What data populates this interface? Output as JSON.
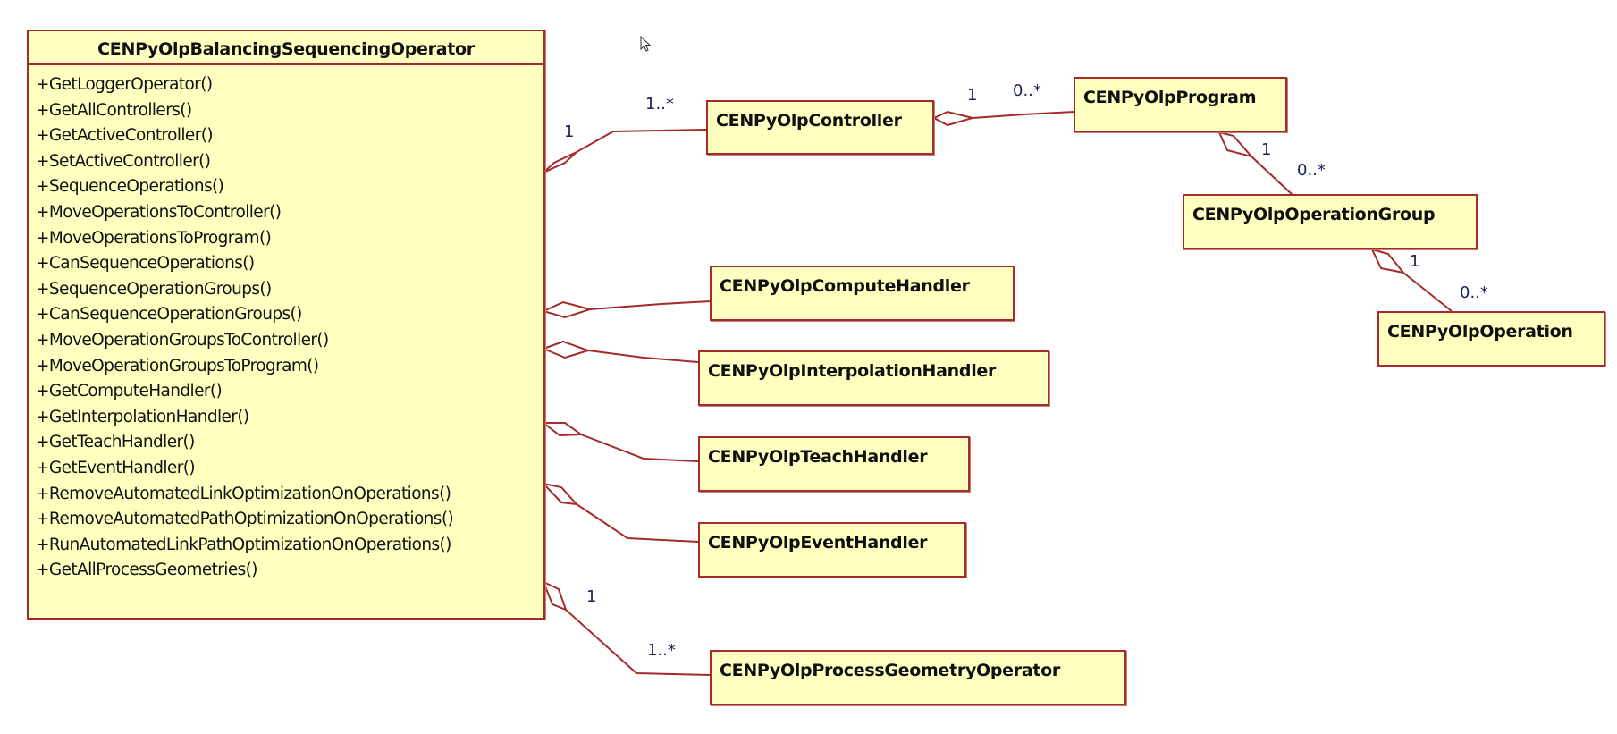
{
  "diagram": {
    "type": "UML class diagram",
    "main_class": {
      "name": "CENPyOlpBalancingSequencingOperator",
      "methods": [
        "+GetLoggerOperator()",
        "+GetAllControllers()",
        "+GetActiveController()",
        "+SetActiveController()",
        "+SequenceOperations()",
        "+MoveOperationsToController()",
        "+MoveOperationsToProgram()",
        "+CanSequenceOperations()",
        "+SequenceOperationGroups()",
        "+CanSequenceOperationGroups()",
        "+MoveOperationGroupsToController()",
        "+MoveOperationGroupsToProgram()",
        "+GetComputeHandler()",
        "+GetInterpolationHandler()",
        "+GetTeachHandler()",
        "+GetEventHandler()",
        "+RemoveAutomatedLinkOptimizationOnOperations()",
        "+RemoveAutomatedPathOptimizationOnOperations()",
        "+RunAutomatedLinkPathOptimizationOnOperations()",
        "+GetAllProcessGeometries()"
      ]
    },
    "classes": {
      "controller": "CENPyOlpController",
      "program": "CENPyOlpProgram",
      "operation_group": "CENPyOlpOperationGroup",
      "operation": "CENPyOlpOperation",
      "compute_handler": "CENPyOlpComputeHandler",
      "interpolation_handler": "CENPyOlpInterpolationHandler",
      "teach_handler": "CENPyOlpTeachHandler",
      "event_handler": "CENPyOlpEventHandler",
      "process_geometry_operator": "CENPyOlpProcessGeometryOperator"
    },
    "associations": [
      {
        "from": "CENPyOlpBalancingSequencingOperator",
        "to": "CENPyOlpController",
        "kind": "aggregation",
        "from_mult": "1",
        "to_mult": "1..*"
      },
      {
        "from": "CENPyOlpController",
        "to": "CENPyOlpProgram",
        "kind": "aggregation",
        "from_mult": "1",
        "to_mult": "0..*"
      },
      {
        "from": "CENPyOlpProgram",
        "to": "CENPyOlpOperationGroup",
        "kind": "aggregation",
        "from_mult": "1",
        "to_mult": "0..*"
      },
      {
        "from": "CENPyOlpOperationGroup",
        "to": "CENPyOlpOperation",
        "kind": "aggregation",
        "from_mult": "1",
        "to_mult": "0..*"
      },
      {
        "from": "CENPyOlpBalancingSequencingOperator",
        "to": "CENPyOlpComputeHandler",
        "kind": "aggregation"
      },
      {
        "from": "CENPyOlpBalancingSequencingOperator",
        "to": "CENPyOlpInterpolationHandler",
        "kind": "aggregation"
      },
      {
        "from": "CENPyOlpBalancingSequencingOperator",
        "to": "CENPyOlpTeachHandler",
        "kind": "aggregation"
      },
      {
        "from": "CENPyOlpBalancingSequencingOperator",
        "to": "CENPyOlpEventHandler",
        "kind": "aggregation"
      },
      {
        "from": "CENPyOlpBalancingSequencingOperator",
        "to": "CENPyOlpProcessGeometryOperator",
        "kind": "aggregation",
        "from_mult": "1",
        "to_mult": "1..*"
      }
    ],
    "multiplicity": {
      "one": "1",
      "one_many": "1..*",
      "zero_many": "0..*"
    },
    "colors": {
      "class_fill": "#ffffc0",
      "class_border": "#a52a2a",
      "link": "#a52a2a"
    }
  }
}
